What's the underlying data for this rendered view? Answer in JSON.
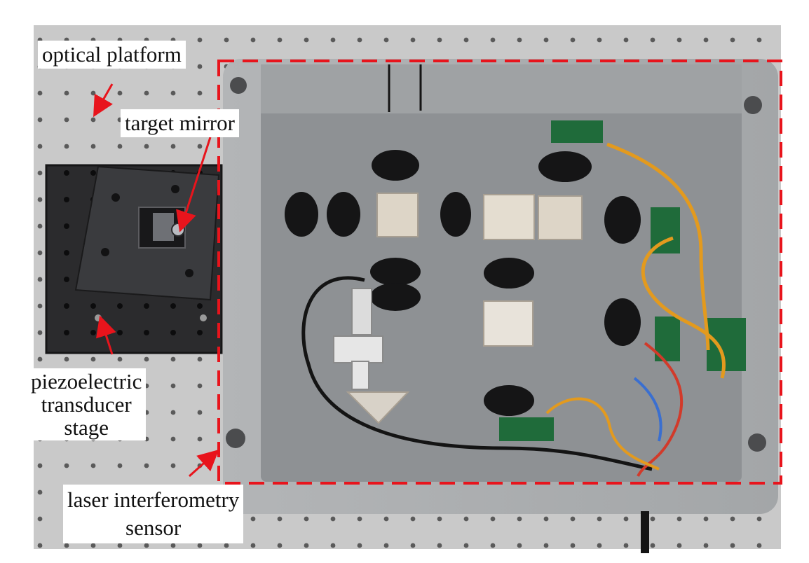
{
  "labels": {
    "optical_platform": "optical platform",
    "target_mirror": "target mirror",
    "pzt_line1": "piezoelectric",
    "pzt_line2": "transducer",
    "pzt_line3": "stage",
    "sensor_line1": "laser interferometry",
    "sensor_line2": "sensor"
  },
  "colors": {
    "table": "#c9c9c9",
    "table_hole": "#5a5a5a",
    "box": "#9a9da0",
    "box_floor": "#8e9194",
    "stage": "#2b2b2d",
    "annotation": "#e8141c",
    "label_bg": "#ffffff"
  }
}
